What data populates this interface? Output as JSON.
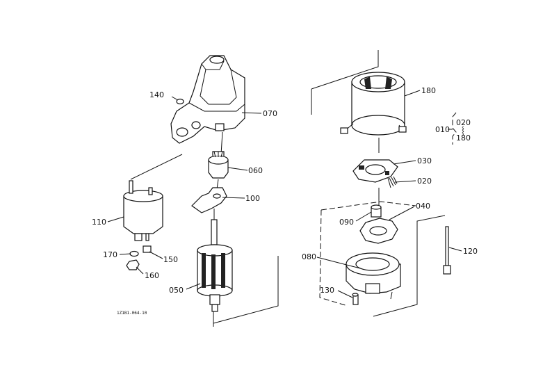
{
  "drawing_code": "1Z1B1-064-10",
  "labels": {
    "p010": "010",
    "p020a": "020",
    "range_sep": "⸾",
    "p180a": "180",
    "p140": "140",
    "p070": "070",
    "p060": "060",
    "p100": "100",
    "p110": "110",
    "p170": "170",
    "p150": "150",
    "p160": "160",
    "p050": "050",
    "p180": "180",
    "p030": "030",
    "p020": "020",
    "p090": "090",
    "p040": "040",
    "p120": "120",
    "p080": "080",
    "p130": "130"
  }
}
